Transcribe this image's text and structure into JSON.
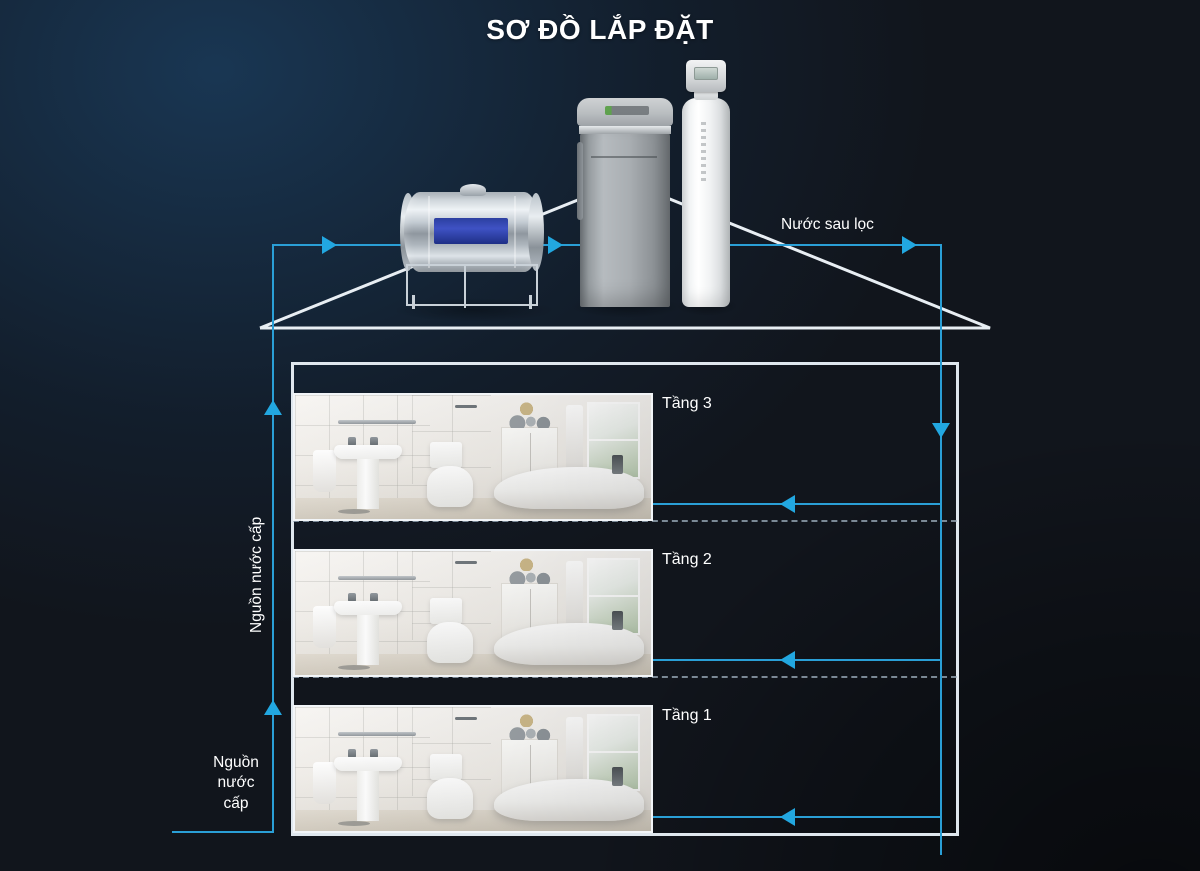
{
  "page": {
    "title": "SƠ ĐỒ LẮP ĐẶT",
    "background_start": "#14446f",
    "background_end": "#1b2028",
    "accent_line_color": "#2a9fd6",
    "arrow_color": "#22a7e0",
    "outline_color": "#dfe7ee"
  },
  "labels": {
    "filtered_water": "Nước sau lọc",
    "supply_vertical": "Nguồn nước cấp",
    "supply_block": "Nguồn\nnước\ncấp"
  },
  "floors": [
    {
      "label": "Tầng 3",
      "image_alt": "bathroom-photo"
    },
    {
      "label": "Tầng 2",
      "image_alt": "bathroom-photo"
    },
    {
      "label": "Tầng 1",
      "image_alt": "bathroom-photo"
    }
  ],
  "equipment": [
    {
      "name": "water-storage-tank",
      "type": "stainless-horizontal-tank"
    },
    {
      "name": "water-softener",
      "type": "cabinet-softener"
    },
    {
      "name": "filter-tank",
      "type": "vertical-filter-tank"
    }
  ]
}
